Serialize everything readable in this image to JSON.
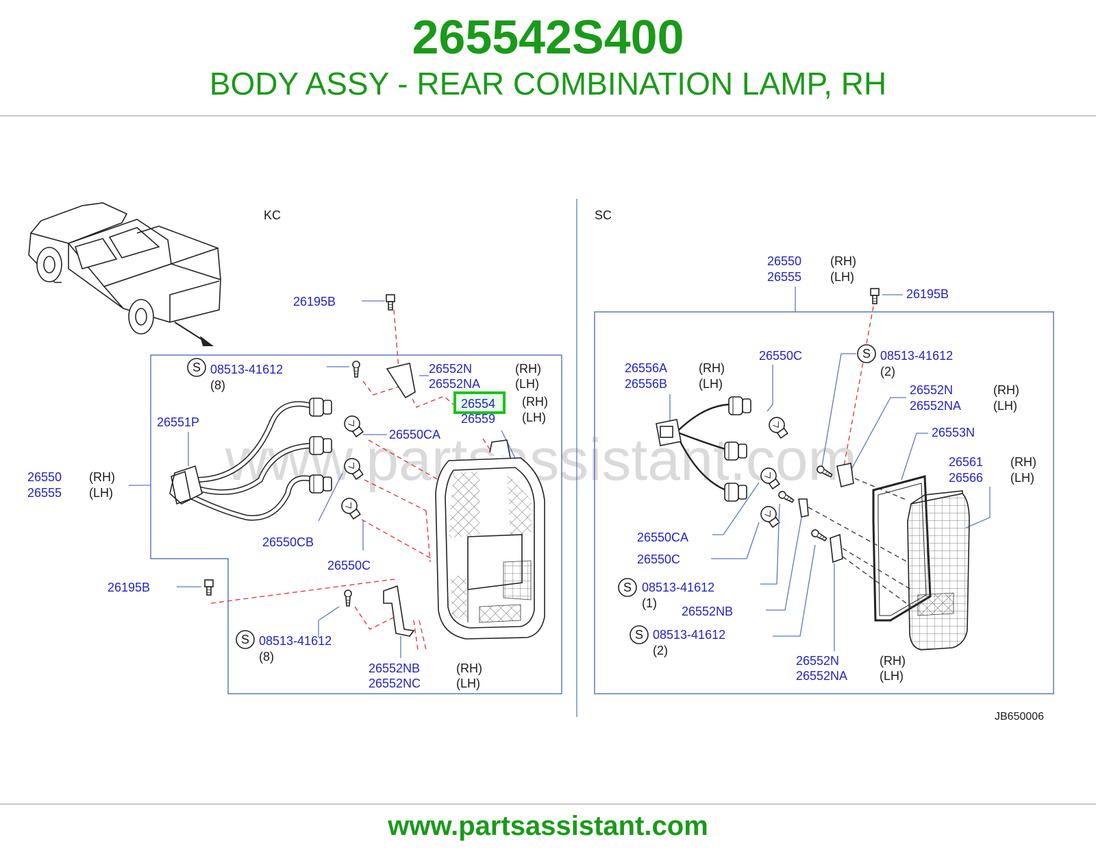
{
  "header": {
    "part_number": "265542S400",
    "description": "BODY ASSY - REAR COMBINATION LAMP, RH"
  },
  "footer": {
    "url": "www.partsassistant.com"
  },
  "watermark": "www.partsassistant.com",
  "diagram": {
    "ref_code": "JB650006",
    "section_kc": "KC",
    "section_sc": "SC",
    "highlight_color": "#20c020",
    "kc": {
      "bolt_top": "26195B",
      "bolt_bottom": "26195B",
      "screw_top": {
        "symbol": "S",
        "part": "08513-41612",
        "qty": "(8)"
      },
      "screw_bottom": {
        "symbol": "S",
        "part": "08513-41612",
        "qty": "(8)"
      },
      "bracket_top": {
        "rh": "26552N",
        "lh": "26552NA",
        "rh_tag": "(RH)",
        "lh_tag": "(LH)"
      },
      "lamp_body": {
        "rh": "26554",
        "lh": "26559",
        "rh_tag": "(RH)",
        "lh_tag": "(LH)"
      },
      "socket": "26551P",
      "assembly": {
        "rh": "26550",
        "lh": "26555",
        "rh_tag": "(RH)",
        "lh_tag": "(LH)"
      },
      "bulb_ca": "26550CA",
      "bulb_cb": "26550CB",
      "bulb_c": "26550C",
      "bracket_bottom": {
        "rh": "26552NB",
        "lh": "26552NC",
        "rh_tag": "(RH)",
        "lh_tag": "(LH)"
      }
    },
    "sc": {
      "assembly": {
        "rh": "26550",
        "lh": "26555",
        "rh_tag": "(RH)",
        "lh_tag": "(LH)"
      },
      "bolt": "26195B",
      "harness": {
        "rh": "26556A",
        "lh": "26556B",
        "rh_tag": "(RH)",
        "lh_tag": "(LH)"
      },
      "bulb_c_top": "26550C",
      "screw_top": {
        "symbol": "S",
        "part": "08513-41612",
        "qty": "(2)"
      },
      "bracket_top": {
        "rh": "26552N",
        "lh": "26552NA",
        "rh_tag": "(RH)",
        "lh_tag": "(LH)"
      },
      "gasket": "26553N",
      "lens": {
        "rh": "26561",
        "lh": "26566",
        "rh_tag": "(RH)",
        "lh_tag": "(LH)"
      },
      "bulb_ca": "26550CA",
      "bulb_c": "26550C",
      "screw_mid": {
        "symbol": "S",
        "part": "08513-41612",
        "qty": "(1)"
      },
      "bracket_mid": "26552NB",
      "screw_bottom": {
        "symbol": "S",
        "part": "08513-41612",
        "qty": "(2)"
      },
      "bracket_bottom": {
        "rh": "26552N",
        "lh": "26552NA",
        "rh_tag": "(RH)",
        "lh_tag": "(LH)"
      }
    }
  }
}
